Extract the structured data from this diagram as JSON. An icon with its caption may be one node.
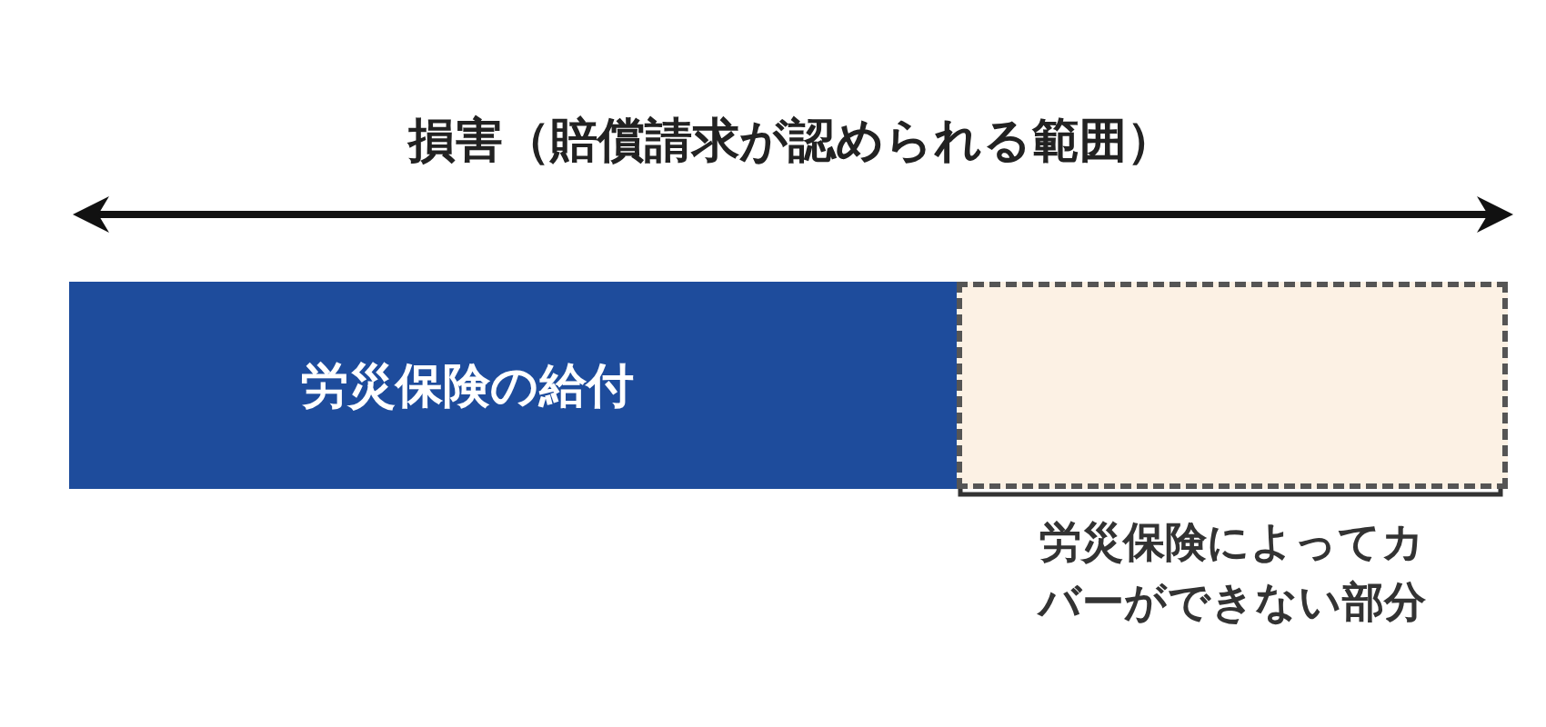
{
  "diagram": {
    "title": "損害（賠償請求が認められる範囲）",
    "nodes": [
      {
        "text": [
          "労災保険の給付"
        ]
      },
      {
        "text": [],
        "shape": "box",
        "beside": [
          "労災保険によってカバーができない部分"
        ]
      }
    ]
  }
}
